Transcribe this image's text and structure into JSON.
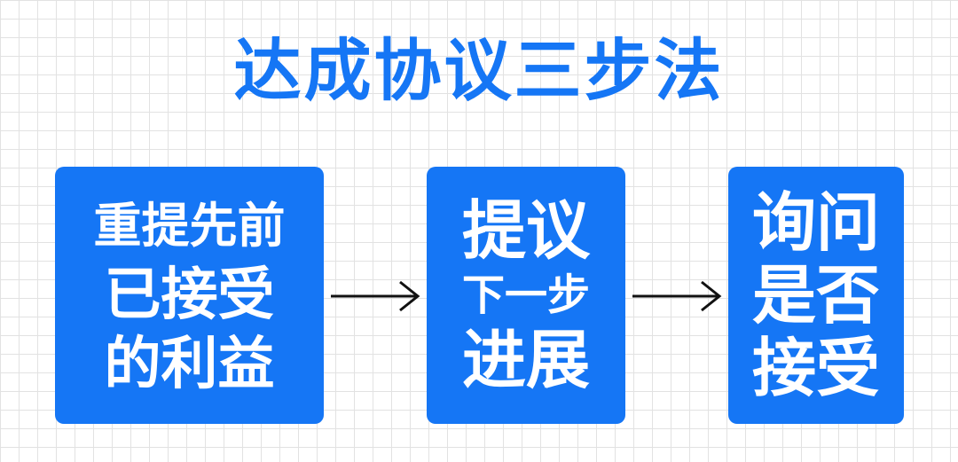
{
  "title": "达成协议三步法",
  "colors": {
    "accent": "#1576f5",
    "text_on_accent": "#ffffff",
    "arrow": "#111111",
    "grid": "#e2e2e2",
    "background": "#ffffff"
  },
  "steps": [
    {
      "lines": [
        "重提先前",
        "已接受",
        "的利益"
      ]
    },
    {
      "lines": [
        "提议",
        "下一步",
        "进展"
      ]
    },
    {
      "lines": [
        "询问",
        "是否",
        "接受"
      ]
    }
  ],
  "connectors": [
    {
      "icon": "arrow-right-icon"
    },
    {
      "icon": "arrow-right-icon"
    }
  ]
}
